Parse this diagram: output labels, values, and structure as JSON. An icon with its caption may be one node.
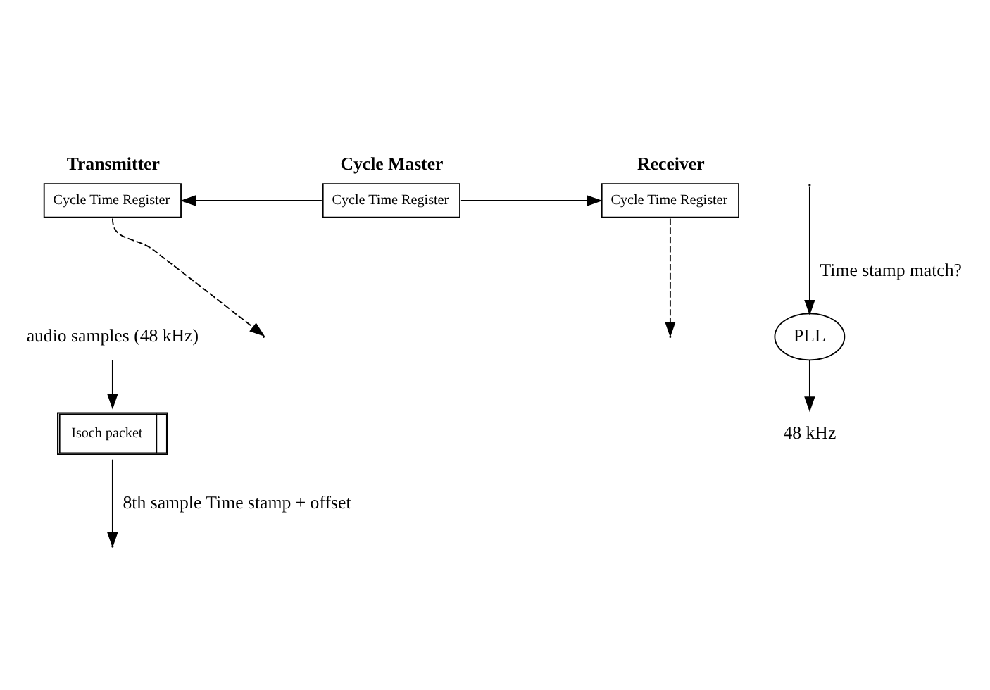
{
  "diagram": {
    "nodes": [
      {
        "text": [
          "Transmitter",
          "Cycle Time Register"
        ]
      },
      {
        "text": [
          "Cycle Master",
          "Cycle Time Register"
        ]
      },
      {
        "text": [
          "Receiver",
          "Cycle Time Register"
        ]
      },
      {
        "text": [
          "audio samples (48 kHz)"
        ]
      },
      {
        "text": [
          "Isoch packet"
        ]
      },
      {
        "text": [
          "PLL"
        ]
      },
      {
        "text": [
          "48 kHz"
        ]
      }
    ],
    "edges": [
      {
        "from": 1,
        "to": 0,
        "arrow": "to"
      },
      {
        "from": 1,
        "to": 2,
        "arrow": "to"
      },
      {
        "from": 0,
        "to": null,
        "arrow": "to",
        "style": "dashed"
      },
      {
        "from": 2,
        "to": null,
        "arrow": "to",
        "style": "dashed"
      },
      {
        "from": 3,
        "to": 4,
        "arrow": "to"
      },
      {
        "from": 4,
        "to": null,
        "arrow": "to",
        "label": "8th sample Time stamp + offset"
      },
      {
        "from": null,
        "to": 5,
        "arrow": "to",
        "label": "Time stamp match?"
      },
      {
        "from": 5,
        "to": 6,
        "arrow": "to"
      }
    ]
  }
}
